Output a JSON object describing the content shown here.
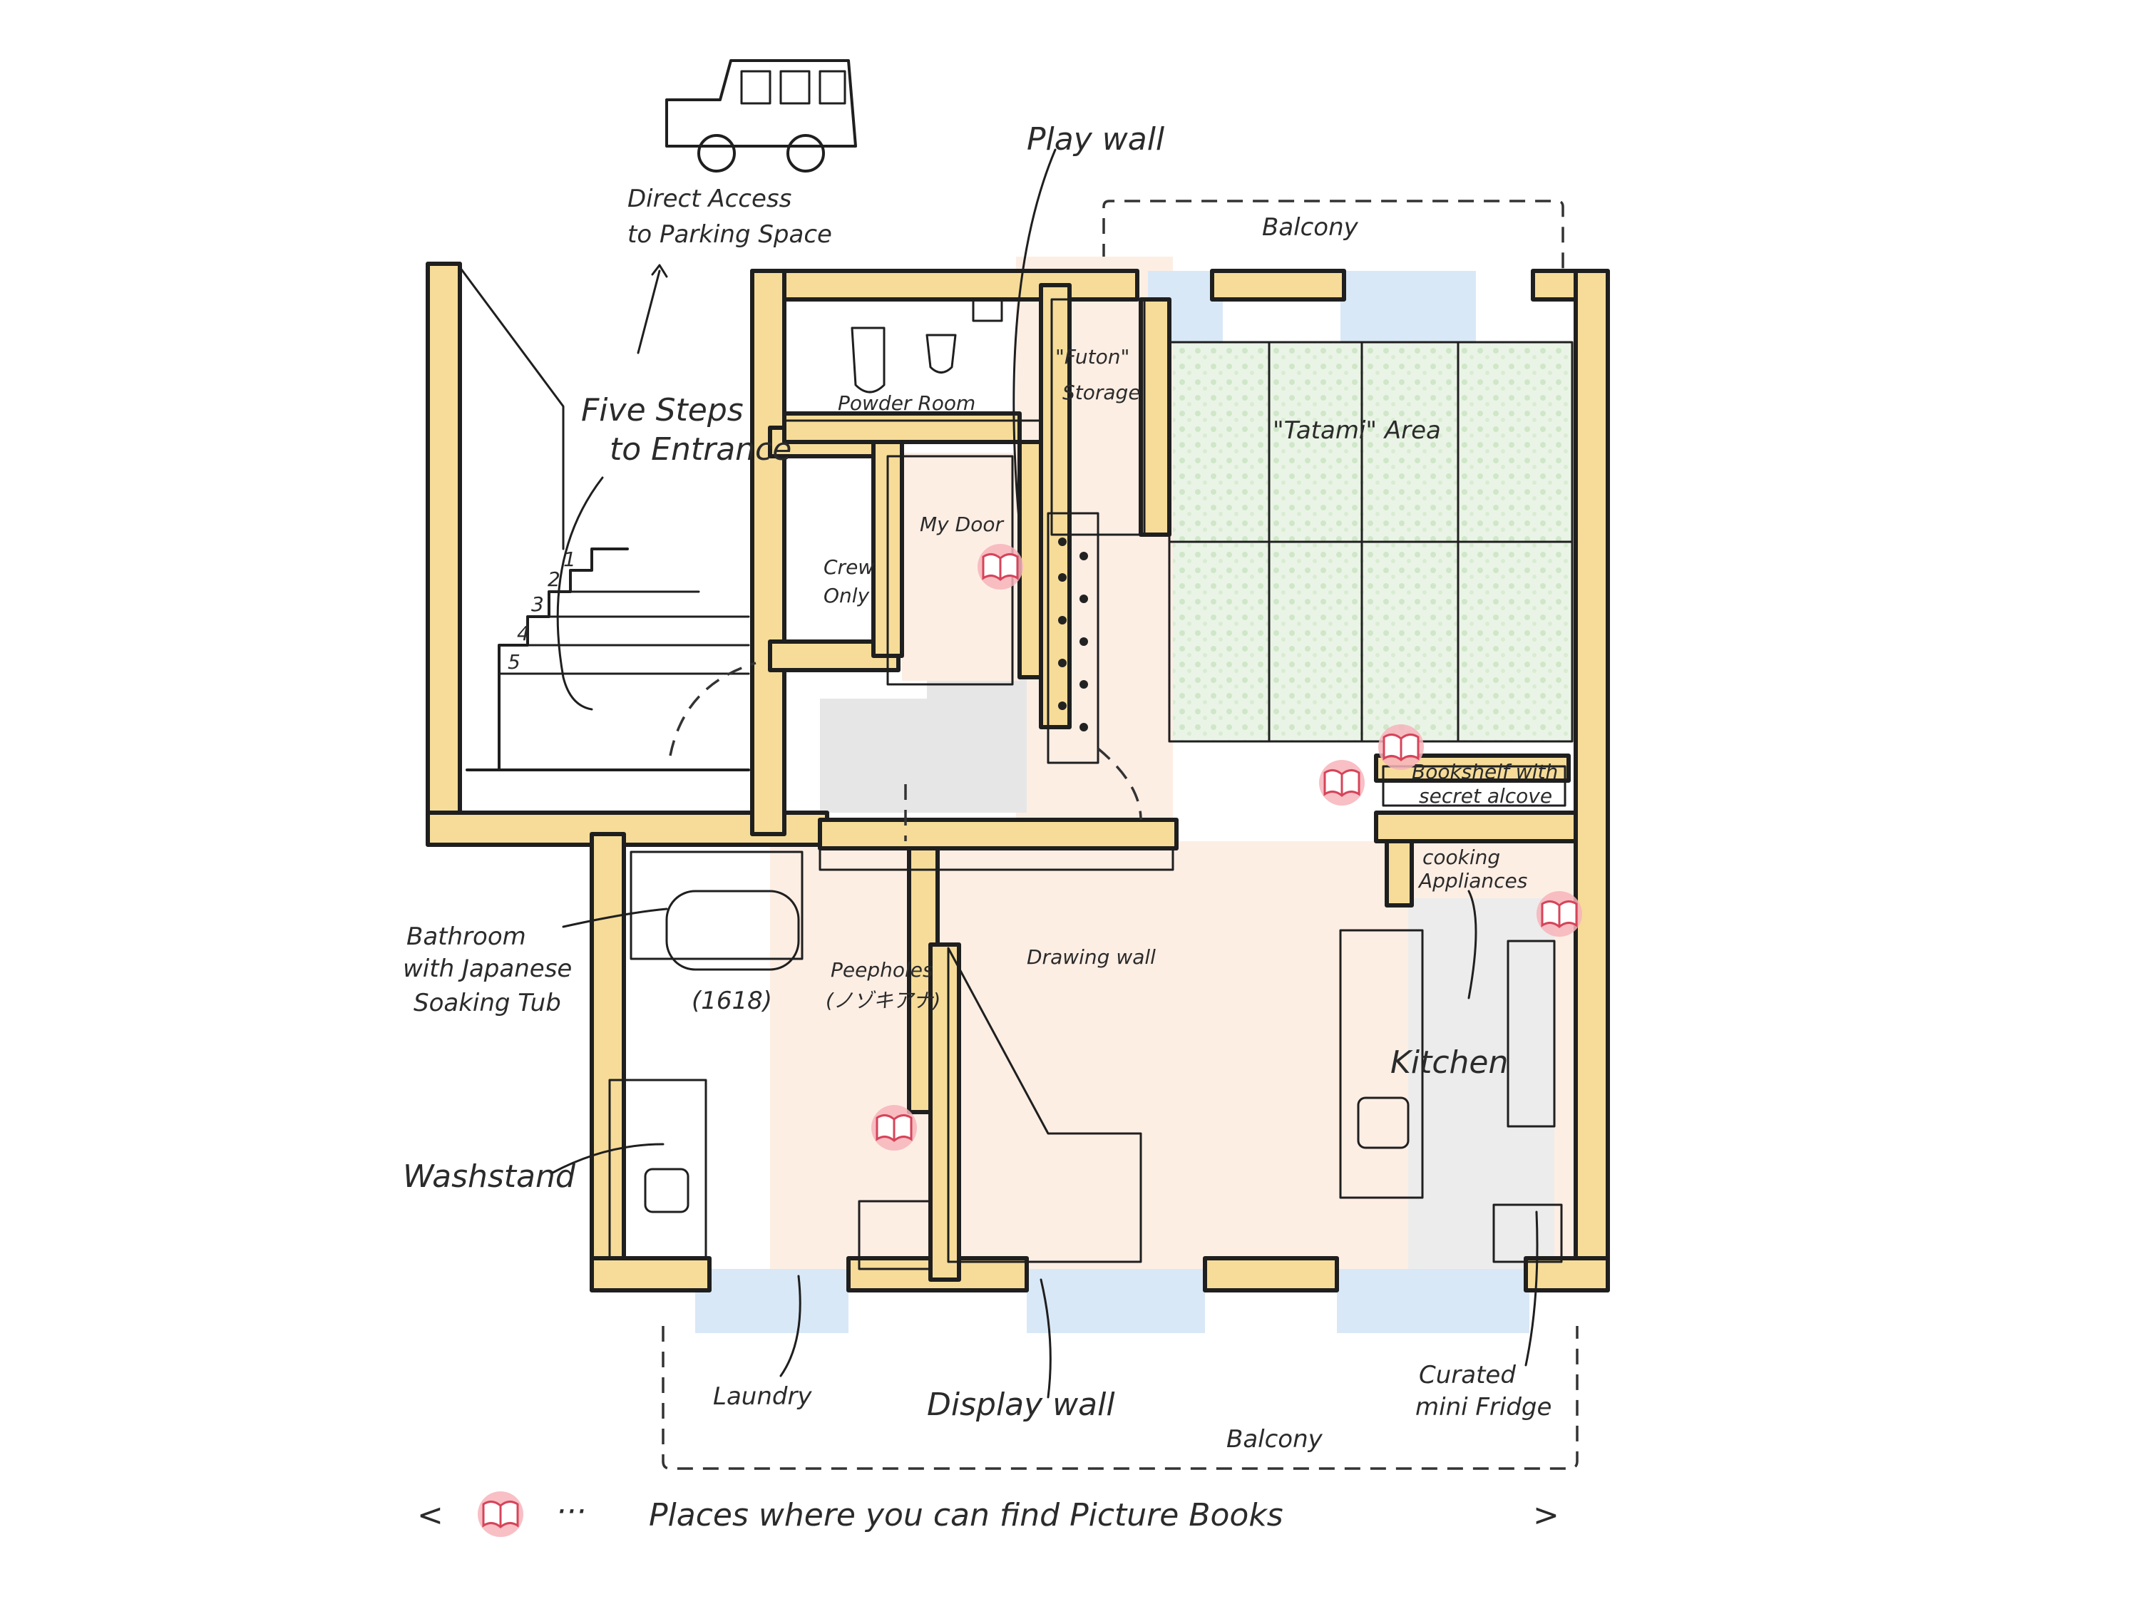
{
  "labels": {
    "direct_access": "Direct Access",
    "parking_space": "to Parking Space",
    "play_wall": "Play wall",
    "balcony_top": "Balcony",
    "futon_storage_1": "\"Futon\"",
    "futon_storage_2": "Storage",
    "powder_room": "Powder Room",
    "tatami_area": "\"Tatami\" Area",
    "five_steps": "Five Steps",
    "to_entrance": "to Entrance",
    "my_door": "My Door",
    "crew_only_1": "Crew",
    "crew_only_2": "Only",
    "bookshelf_1": "Bookshelf with",
    "bookshelf_2": "secret alcove",
    "cooking_1": "cooking",
    "cooking_2": "Appliances",
    "bathroom_1": "Bathroom",
    "bathroom_2": "with Japanese",
    "bathroom_3": "Soaking Tub",
    "room_number": "(1618)",
    "peepholes_1": "Peepholes",
    "peepholes_2": "(ノゾキアナ)",
    "drawing_wall": "Drawing wall",
    "kitchen": "Kitchen",
    "washstand": "Washstand",
    "laundry": "Laundry",
    "display_wall": "Display wall",
    "balcony_bottom": "Balcony",
    "fridge_1": "Curated",
    "fridge_2": "mini Fridge",
    "step_numbers": [
      "1",
      "2",
      "3",
      "4",
      "5"
    ]
  },
  "legend": {
    "open": "<",
    "dots": "···",
    "text": "Places where you can find Picture Books",
    "close": ">"
  },
  "colors": {
    "wall": "#f6dc98",
    "tatami": "#e3f1df",
    "floor": "#fdeee4",
    "gray_floor": "#e6e6e6",
    "window": "#d9e8f7",
    "book_marker": "#f5a0a8"
  },
  "icons": {
    "book_marker": "open-book-icon",
    "car": "car-icon"
  }
}
